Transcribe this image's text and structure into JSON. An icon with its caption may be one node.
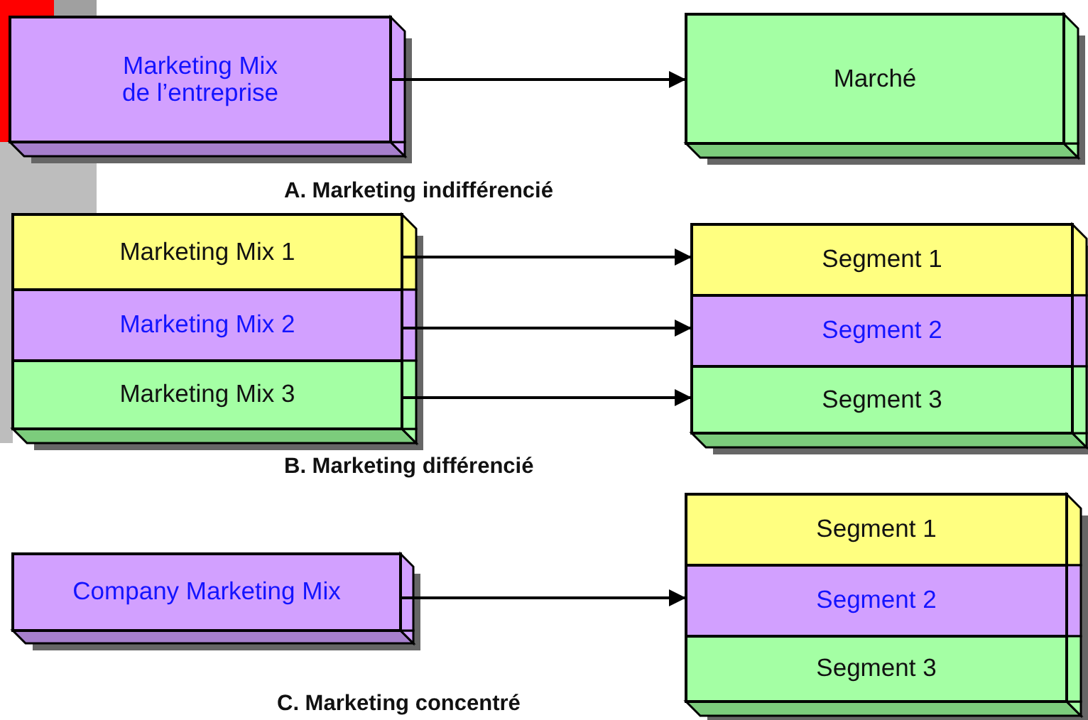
{
  "diagram": {
    "nodes": [
      {
        "text": [
          "Marketing Mix de l’entreprise"
        ]
      },
      {
        "text": [
          "Marché"
        ]
      },
      {
        "text": [
          "Marketing Mix 1"
        ]
      },
      {
        "text": [
          "Marketing Mix 2"
        ]
      },
      {
        "text": [
          "Marketing Mix 3"
        ]
      },
      {
        "text": [
          "Segment 1"
        ]
      },
      {
        "text": [
          "Segment 2"
        ]
      },
      {
        "text": [
          "Segment 3"
        ]
      },
      {
        "text": [
          "Company Marketing Mix"
        ]
      },
      {
        "text": [
          "Segment 1"
        ]
      },
      {
        "text": [
          "Segment 2"
        ]
      },
      {
        "text": [
          "Segment 3"
        ]
      }
    ],
    "edges": [
      {
        "from": 0,
        "to": 1,
        "arrow": "to"
      },
      {
        "from": 2,
        "to": 5,
        "arrow": "to"
      },
      {
        "from": 3,
        "to": 6,
        "arrow": "to"
      },
      {
        "from": 4,
        "to": 7,
        "arrow": "to"
      },
      {
        "from": 8,
        "to": 10,
        "arrow": "to"
      }
    ],
    "labels": [
      "A.  Marketing indifférencié",
      "B.  Marketing différencié",
      "C.  Marketing concentré"
    ]
  }
}
